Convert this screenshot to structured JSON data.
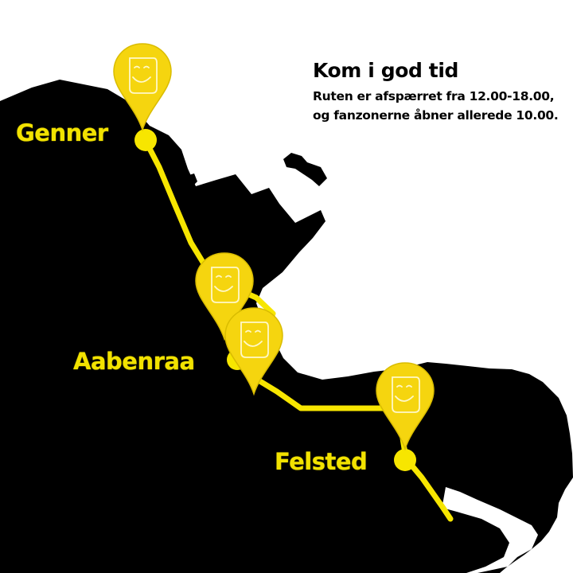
{
  "info": {
    "headline": "Kom i god tid",
    "line1": "Ruten er afspærret fra 12.00-18.00,",
    "line2": "og fanzonerne åbner allerede 10.00."
  },
  "cities": [
    {
      "name": "Genner"
    },
    {
      "name": "Aabenraa"
    },
    {
      "name": "Felsted"
    }
  ],
  "colors": {
    "land": "#000000",
    "water": "#ffffff",
    "route": "#f7e600",
    "pin": "#f5d50f",
    "pin_face": "#fff8c8",
    "label": "#f2e200"
  },
  "icons": [
    "map-pin-icon",
    "smiley-face-icon"
  ]
}
